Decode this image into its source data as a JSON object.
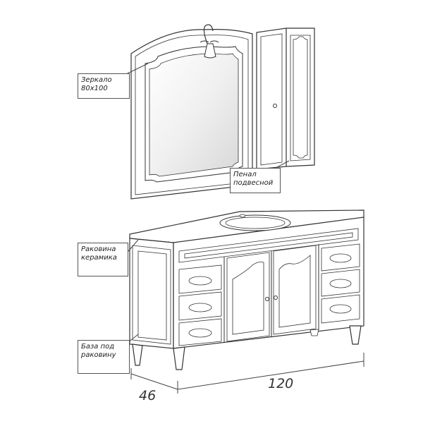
{
  "labels": {
    "mirror": "Зеркало\n80х100",
    "cabinet": "Пенал\nподвесной",
    "sink": "Раковина\nкерамика",
    "base": "База под\nраковину"
  },
  "dimensions": {
    "depth": "46",
    "width": "120"
  },
  "colors": {
    "line": "#333333",
    "mirror_fill": "#f4f4f4"
  }
}
